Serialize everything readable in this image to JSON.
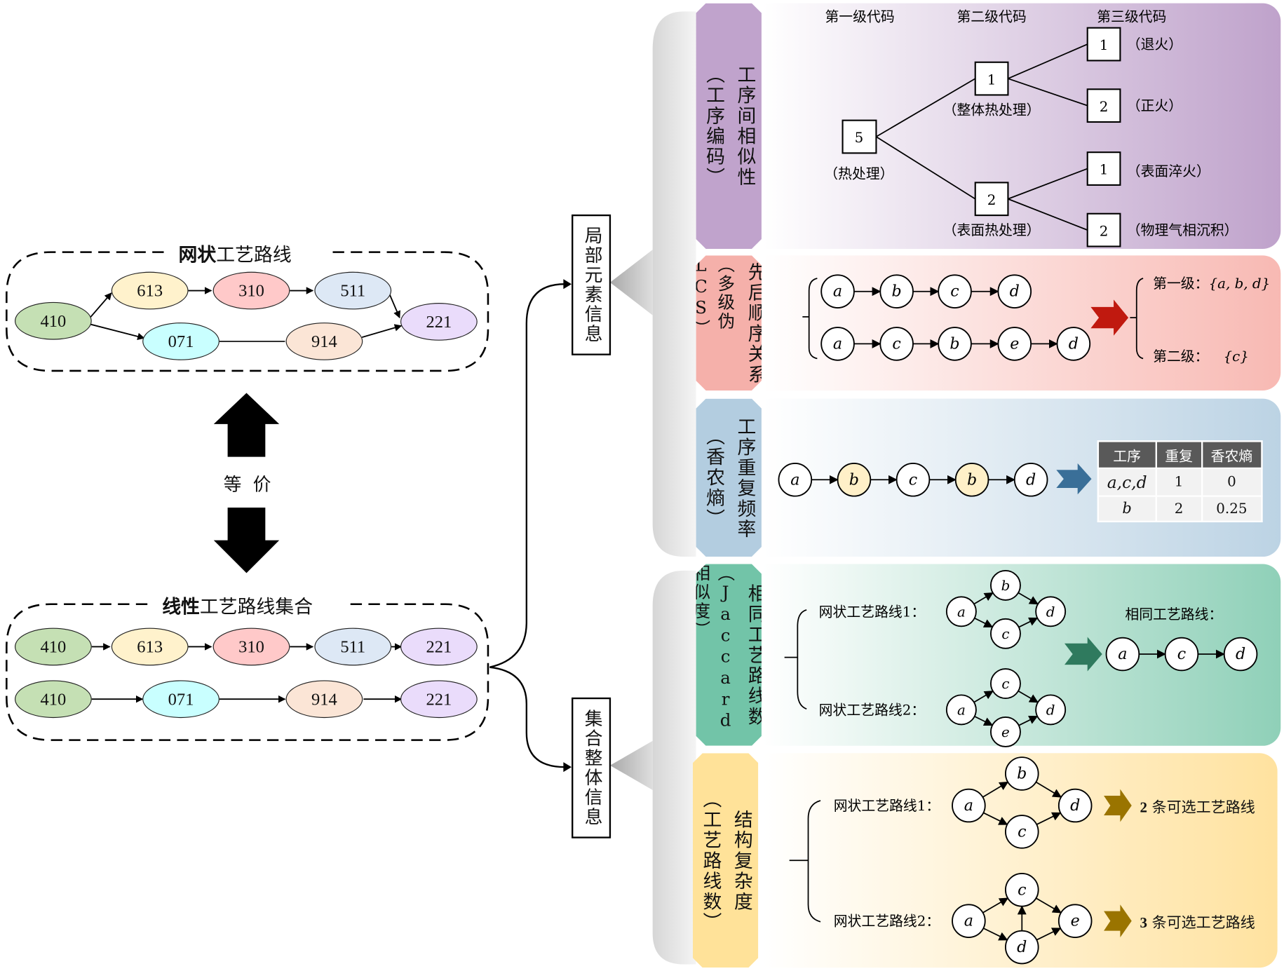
{
  "left": {
    "network_title_bold": "网状",
    "network_title_rest": "工艺路线",
    "linear_title_bold": "线性",
    "linear_title_rest": "工艺路线集合",
    "equivalent_label": "等  价",
    "network_nodes": [
      {
        "id": "410",
        "color": "#c5e0b4"
      },
      {
        "id": "613",
        "color": "#fff2cc"
      },
      {
        "id": "310",
        "color": "#ffc9c9"
      },
      {
        "id": "511",
        "color": "#dde8f5"
      },
      {
        "id": "071",
        "color": "#c9ffff"
      },
      {
        "id": "914",
        "color": "#fbe5d6"
      },
      {
        "id": "221",
        "color": "#eadcfb"
      }
    ],
    "linear_routes": [
      [
        "410",
        "613",
        "310",
        "511",
        "221"
      ],
      [
        "410",
        "071",
        "914",
        "221"
      ]
    ]
  },
  "branches": {
    "local_info": "局部元素信息",
    "global_info": "集合整体信息"
  },
  "sections": [
    {
      "key": "coding",
      "title": "工序间相似性",
      "subtitle": "（工序编码）",
      "tab_color": "#c0a3cc",
      "panel_gradient": [
        "#ffffff",
        "#bfa2cb"
      ],
      "headers": [
        "第一级代码",
        "第二级代码",
        "第三级代码"
      ],
      "tree": {
        "root": {
          "code": "5",
          "label": "（热处理）"
        },
        "children": [
          {
            "code": "1",
            "label": "（整体热处理）",
            "children": [
              {
                "code": "1",
                "label": "（退火）"
              },
              {
                "code": "2",
                "label": "（正火）"
              }
            ]
          },
          {
            "code": "2",
            "label": "（表面热处理）",
            "children": [
              {
                "code": "1",
                "label": "（表面淬火）"
              },
              {
                "code": "2",
                "label": "（物理气相沉积）"
              }
            ]
          }
        ]
      }
    },
    {
      "key": "lcs",
      "title": "先后顺序关系",
      "subtitle": "（多级伪LCS）",
      "tab_color": "#f5b0aa",
      "panel_gradient": [
        "#ffffff",
        "#f8b9b3"
      ],
      "sequences": [
        [
          "a",
          "b",
          "c",
          "d"
        ],
        [
          "a",
          "c",
          "b",
          "e",
          "d"
        ]
      ],
      "arrow_color": "#c0190f",
      "results": [
        {
          "label": "第一级：",
          "value": "{a, b, d}"
        },
        {
          "label": "第二级：",
          "value": "{c}"
        }
      ]
    },
    {
      "key": "entropy",
      "title": "工序重复频率",
      "subtitle": "（香农熵）",
      "tab_color": "#b3cde0",
      "panel_gradient": [
        "#ffffff",
        "#bcd3e4"
      ],
      "sequence": [
        "a",
        "b",
        "c",
        "b",
        "d"
      ],
      "highlight": "b",
      "highlight_color": "#fff0c8",
      "arrow_color": "#3a6f98",
      "table": {
        "headers": [
          "工序",
          "重复",
          "香农熵"
        ],
        "rows": [
          [
            "a,c,d",
            "1",
            "0"
          ],
          [
            "b",
            "2",
            "0.25"
          ]
        ]
      }
    },
    {
      "key": "jaccard",
      "title": "相同工艺路线数",
      "subtitle": "（Jaccard相似度）",
      "tab_color": "#72c4a8",
      "panel_gradient": [
        "#ffffff",
        "#8fd0b8"
      ],
      "route1_label": "网状工艺路线1：",
      "route1": {
        "source": "a",
        "mid": [
          "b",
          "c"
        ],
        "sink": "d"
      },
      "route2_label": "网状工艺路线2：",
      "route2": {
        "source": "a",
        "mid": [
          "c",
          "e"
        ],
        "sink": "d"
      },
      "arrow_color": "#2f7a5e",
      "common_label": "相同工艺路线：",
      "common_route": [
        "a",
        "c",
        "d"
      ]
    },
    {
      "key": "complexity",
      "title": "结构复杂度",
      "subtitle": "（工艺路线数）",
      "tab_color": "#ffe299",
      "panel_gradient": [
        "#ffffff",
        "#ffe29f"
      ],
      "route1_label": "网状工艺路线1：",
      "route1": {
        "source": "a",
        "mid": [
          "b",
          "c"
        ],
        "sink": "d"
      },
      "route2_label": "网状工艺路线2：",
      "route2": {
        "source": "a",
        "mid": [
          "c",
          "d"
        ],
        "sink": "e"
      },
      "arrow_color": "#9a7400",
      "result1_count": "2",
      "result1_text": " 条可选工艺路线",
      "result2_count": "3",
      "result2_text": " 条可选工艺路线"
    }
  ]
}
